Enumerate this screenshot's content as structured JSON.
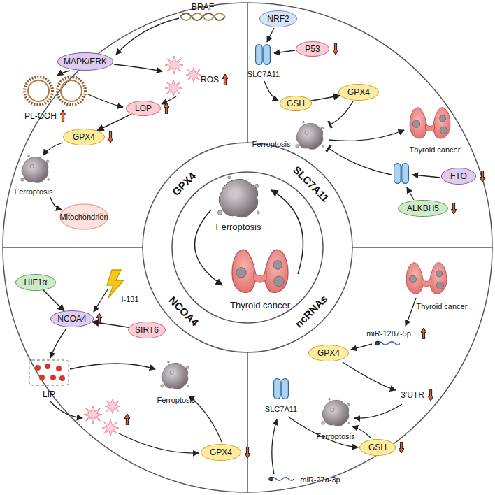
{
  "diagram": {
    "nodes": [
      {
        "text": [
          "MAPK/ERK"
        ]
      },
      {
        "text": [
          "LOP"
        ]
      },
      {
        "text": [
          "GPX4"
        ]
      },
      {
        "text": [
          "NRF2"
        ]
      },
      {
        "text": [
          "P53"
        ]
      },
      {
        "text": [
          "GSH"
        ]
      },
      {
        "text": [
          "GPX4"
        ]
      },
      {
        "text": [
          "FTO"
        ]
      },
      {
        "text": [
          "ALKBH5"
        ]
      },
      {
        "text": [
          "HIF1α"
        ]
      },
      {
        "text": [
          "NCOA4"
        ]
      },
      {
        "text": [
          "SIRT6"
        ]
      },
      {
        "text": [
          "GPX4"
        ]
      },
      {
        "text": [
          "GPX4"
        ]
      },
      {
        "text": [
          "GSH"
        ]
      }
    ],
    "edges": [
      {
        "from": 1,
        "to": 2,
        "arrow": "to"
      },
      {
        "from": 5,
        "to": 6,
        "arrow": "to"
      },
      {
        "from": 9,
        "to": 10,
        "arrow": "to"
      },
      {
        "from": 11,
        "to": 10,
        "arrow": "to"
      }
    ],
    "labels": [
      "BRAF",
      "PL-OOH",
      "ROS",
      "Ferroptosis",
      "Mitochondrion",
      "GPX4",
      "SLC7A11",
      "Ferroptosis",
      "Thyroid cancer",
      "SLC7A11",
      "I-131",
      "LIP",
      "Ferroptosis",
      "NCOA4",
      "Thyroid cancer",
      "miR-1287-5p",
      "3'UTR",
      "Ferroptosis",
      "SLC7A11",
      "miR-27a-3p",
      "ncRNAs",
      "Ferroptosis",
      "Thyroid cancer"
    ]
  }
}
